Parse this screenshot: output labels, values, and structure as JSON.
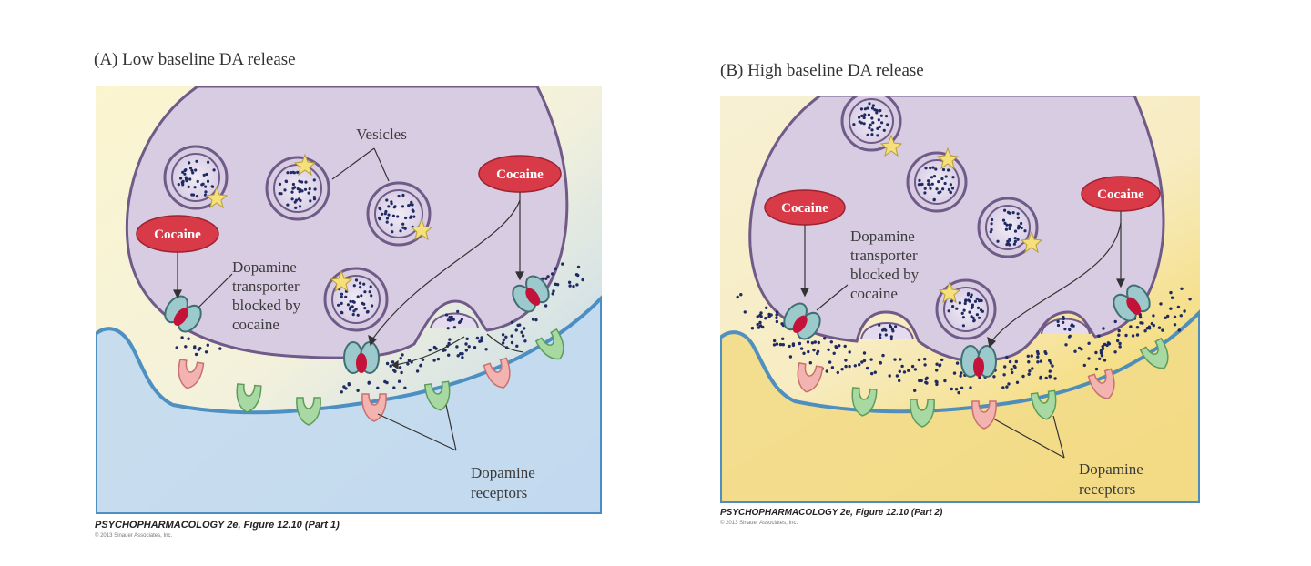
{
  "panelA": {
    "title": "(A)  Low baseline DA release",
    "cocaine_left": "Cocaine",
    "cocaine_right": "Cocaine",
    "vesicles_label": "Vesicles",
    "transporter_label": [
      "Dopamine",
      "transporter",
      "blocked by",
      "cocaine"
    ],
    "receptors_label": [
      "Dopamine",
      "receptors"
    ],
    "caption": "PSYCHOPHARMACOLOGY 2e, Figure 12.10 (Part 1)",
    "copyright": "© 2013 Sinauer Associates, Inc."
  },
  "panelB": {
    "title": "(B)  High baseline DA release",
    "cocaine_left": "Cocaine",
    "cocaine_right": "Cocaine",
    "transporter_label": [
      "Dopamine",
      "transporter",
      "blocked by",
      "cocaine"
    ],
    "receptors_label": [
      "Dopamine",
      "receptors"
    ],
    "caption": "PSYCHOPHARMACOLOGY 2e, Figure 12.10 (Part 2)",
    "copyright": "© 2013 Sinauer Associates, Inc."
  },
  "colors": {
    "terminal_fill": "#d8cce3",
    "terminal_stroke": "#6f5a88",
    "postsynaptic_membrane": "#3d86c0",
    "cocaine_badge": "#d83a48",
    "receptor_pink": "#f3b3b0",
    "receptor_green": "#a9d9a3",
    "transporter_teal": "#9cc9cc",
    "transporter_core": "#c4123a",
    "dopamine_dot": "#1f2a63",
    "background_low": "#bcd6ef",
    "background_high": "#f6dc7d"
  }
}
